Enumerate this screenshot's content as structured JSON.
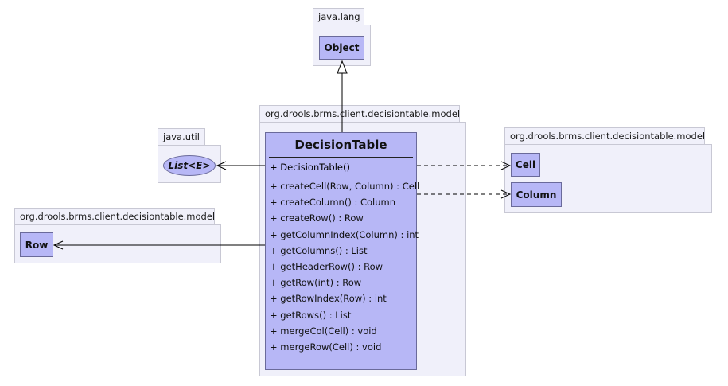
{
  "packages": {
    "java_lang": "java.lang",
    "model_main": "org.drools.brms.client.decisiontable.model",
    "java_util": "java.util",
    "model_right": "org.drools.brms.client.decisiontable.model",
    "model_left": "org.drools.brms.client.decisiontable.model"
  },
  "classes": {
    "object": "Object",
    "list": "List<E>",
    "cell": "Cell",
    "column": "Column",
    "row": "Row"
  },
  "decision_table": {
    "name": "DecisionTable",
    "constructor": "+ DecisionTable()",
    "operations": [
      "+ createCell(Row, Column) : Cell",
      "+ createColumn() : Column",
      "+ createRow() : Row",
      "+ getColumnIndex(Column) : int",
      "+ getColumns() : List",
      "+ getHeaderRow() : Row",
      "+ getRow(int) : Row",
      "+ getRowIndex(Row) : int",
      "+ getRows() : List",
      "+ mergeCol(Cell) : void",
      "+ mergeRow(Cell) : void"
    ]
  },
  "colors": {
    "class_fill": "#b7b7f6",
    "package_fill": "#f0f0fa",
    "package_border": "#c8c8d4",
    "class_border": "#6a6a9a"
  }
}
